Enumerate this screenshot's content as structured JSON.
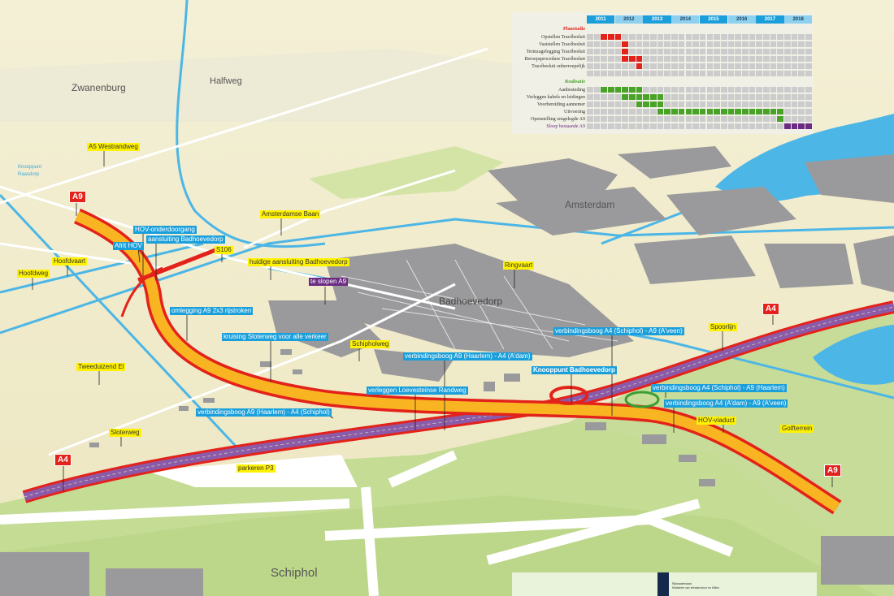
{
  "places": {
    "zwanenburg": "Zwanenburg",
    "halfweg": "Halfweg",
    "amsterdam": "Amsterdam",
    "badhoevedorp": "Badhoevedorp",
    "schiphol": "Schiphol",
    "knooppunt_raasdorp_1": "Knooppunt",
    "knooppunt_raasdorp_2": "Raasdorp"
  },
  "yellow_labels": [
    "A5 Westrandweg",
    "Amsterdamse Baan",
    "S106",
    "huidige aansluiting Badhoevedorp",
    "Hoofdvaart",
    "Hoofdweg",
    "Ringvaart",
    "Schipholweg",
    "Tweeduizend El",
    "Sloterweg",
    "Spoorlijn",
    "HOV-viaduct",
    "Golfterrein",
    "parkeren P3"
  ],
  "blue_labels": [
    "HOV-onderdoorgang",
    "aansluiting Badhoevedorp",
    "Afrit HOV",
    "omlegging A9 2x3 rijstroken",
    "kruising Sloterweg voor alle verkeer",
    "verbindingsboog A4 (Schiphol) - A9 (A'veen)",
    "verbindingsboog A9 (Haarlem) - A4 (A'dam)",
    "Knooppunt Badhoevedorp",
    "verbindingsboog A4 (Schiphol) - A9 (Haarlem)",
    "verbindingsboog A4 (A'dam) - A9 (A'veen)",
    "verleggen Loevesteinse Randweg",
    "verbindingsboog A9 (Haarlem) - A4 (Schiphol)"
  ],
  "purple_labels": [
    "te slopen A9"
  ],
  "shields": [
    "A9",
    "A4",
    "A9",
    "A4"
  ],
  "colors": {
    "planstudie": "#e3221b",
    "realisatie": "#4aa329",
    "sloop": "#6b2b83",
    "year_dark": "#1b9fdb",
    "year_light": "#8dd0ef"
  },
  "gantt": {
    "years": [
      "2011",
      "2012",
      "2013",
      "2014",
      "2015",
      "2016",
      "2017",
      "2018"
    ],
    "quarters_per_year": 4,
    "groups": [
      {
        "title": "Planstudie",
        "color": "#e3221b",
        "tasks": [
          {
            "name": "Opstellen Tracébesluit",
            "start": 2,
            "end": 4
          },
          {
            "name": "Vaststellen Tracébesluit",
            "start": 5,
            "end": 5
          },
          {
            "name": "Terinzagelegging Tracébesluit",
            "start": 5,
            "end": 5
          },
          {
            "name": "Beroepsprocedure Tracébesluit",
            "start": 5,
            "end": 7
          },
          {
            "name": "Tracébesluit onherroepelijk",
            "start": 7,
            "end": 7
          }
        ]
      },
      {
        "title": "Realisatie",
        "color": "#4aa329",
        "tasks": [
          {
            "name": "Aanbesteding",
            "start": 2,
            "end": 7
          },
          {
            "name": "Verleggen kabels en leidingen",
            "start": 5,
            "end": 10
          },
          {
            "name": "Voorbereiding aannemer",
            "start": 7,
            "end": 10
          },
          {
            "name": "Uitvoering",
            "start": 10,
            "end": 27
          },
          {
            "name": "Openstelling omgelegde A9",
            "start": 27,
            "end": 27
          },
          {
            "name": "Sloop bestaande A9",
            "start": 28,
            "end": 31,
            "color": "#6b2b83"
          }
        ]
      }
    ]
  },
  "footer": {
    "logo_line1": "Rijkswaterstaat",
    "logo_line2": "Ministerie van Infrastructuur en Milieu"
  }
}
